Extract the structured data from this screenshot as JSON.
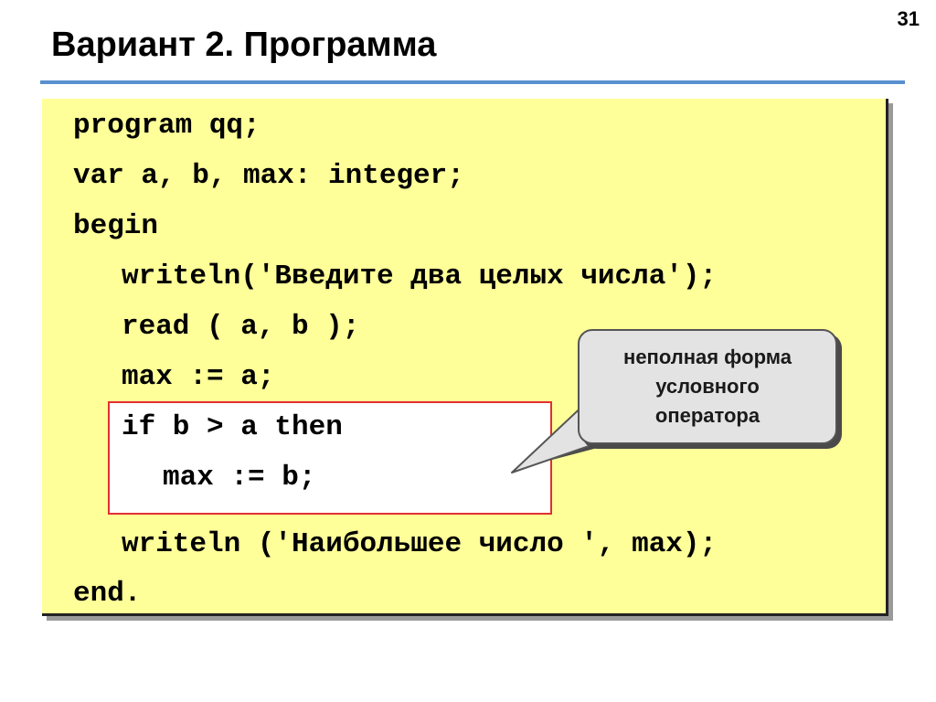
{
  "slide": {
    "number": "31",
    "title": "Вариант 2. Программа"
  },
  "code": {
    "lines": [
      "program qq;",
      "var a, b, max: integer;",
      "begin",
      "writeln('Введите два целых числа');",
      "read ( a, b );",
      "max := a;",
      "if b > a then",
      "max := b;",
      "writeln ('Наибольшее число ', max);",
      "end."
    ]
  },
  "callout": {
    "lines": [
      "неполная форма",
      "условного",
      "оператора"
    ]
  },
  "colors": {
    "code_background": "#ffff99",
    "title_rule": "#5a8fd0",
    "highlight_border": "#e03030",
    "callout_background": "#e3e3e3"
  }
}
